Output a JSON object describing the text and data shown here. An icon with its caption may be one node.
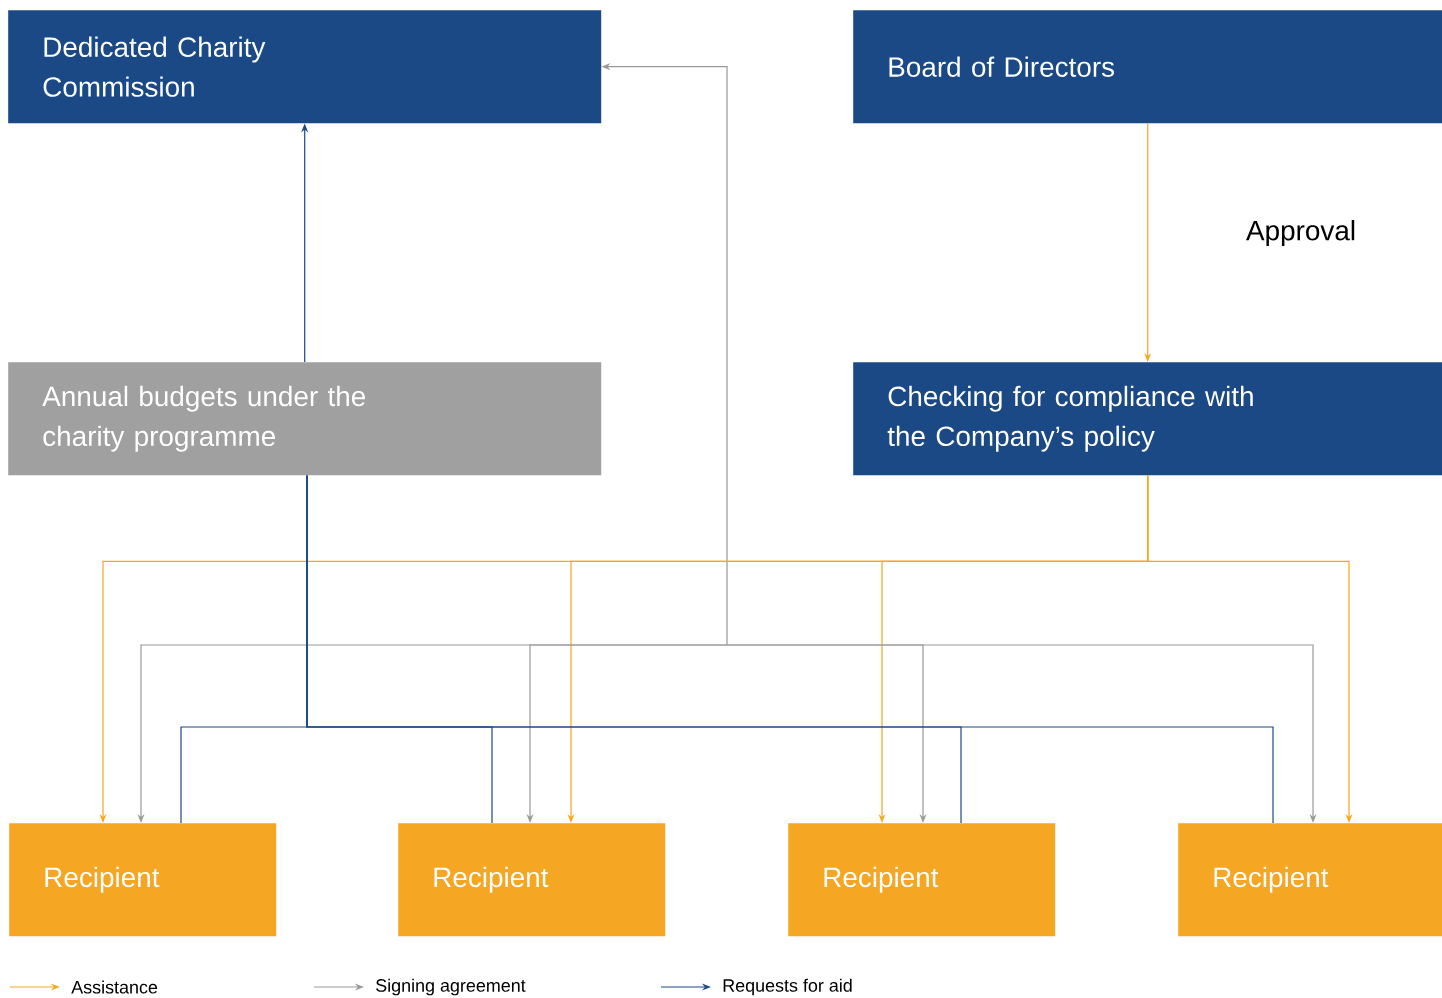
{
  "diagram": {
    "nodes": [
      {
        "text": [
          "Dedicated Charity Commission"
        ]
      },
      {
        "text": [
          "Board of Directors"
        ]
      },
      {
        "text": [
          "Annual budgets under the charity programme"
        ]
      },
      {
        "text": [
          "Checking for compliance with the Company’s policy"
        ]
      },
      {
        "text": [
          "Recipient"
        ]
      },
      {
        "text": [
          "Recipient"
        ]
      },
      {
        "text": [
          "Recipient"
        ]
      },
      {
        "text": [
          "Recipient"
        ]
      }
    ],
    "edges": [
      {
        "from": 2,
        "to": 0,
        "arrow": "to",
        "color": "#1a4985"
      },
      {
        "from": 1,
        "to": 3,
        "arrow": "to",
        "label": "Approval",
        "color": "#f5a623"
      },
      {
        "from": 3,
        "to": 4,
        "arrow": "to",
        "color": "#f5a623"
      },
      {
        "from": 3,
        "to": 5,
        "arrow": "to",
        "color": "#f5a623"
      },
      {
        "from": 3,
        "to": 6,
        "arrow": "to",
        "color": "#f5a623"
      },
      {
        "from": 3,
        "to": 7,
        "arrow": "to",
        "color": "#f5a623"
      },
      {
        "from": 0,
        "to": 4,
        "arrow": "both",
        "color": "#999999"
      },
      {
        "from": 0,
        "to": 5,
        "arrow": "both",
        "color": "#999999"
      },
      {
        "from": 0,
        "to": 6,
        "arrow": "both",
        "color": "#999999"
      },
      {
        "from": 0,
        "to": 7,
        "arrow": "both",
        "color": "#999999"
      },
      {
        "from": 4,
        "to": 2,
        "arrow": "none",
        "color": "#1a4985"
      },
      {
        "from": 5,
        "to": 2,
        "arrow": "none",
        "color": "#1a4985"
      },
      {
        "from": 6,
        "to": 2,
        "arrow": "none",
        "color": "#1a4985"
      },
      {
        "from": 7,
        "to": 2,
        "arrow": "none",
        "color": "#1a4985"
      }
    ],
    "legend": [
      {
        "text": "Assistance"
      },
      {
        "text": "Signing agreement"
      },
      {
        "text": "Requests for aid"
      }
    ]
  }
}
